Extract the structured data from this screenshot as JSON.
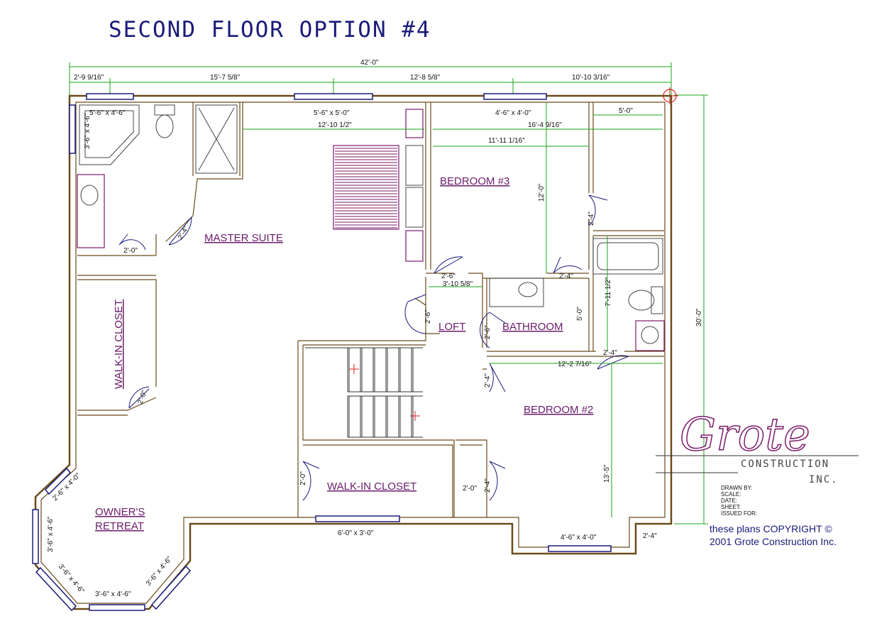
{
  "title": "SECOND FLOOR OPTION #4",
  "overall": {
    "width": "42'-0\"",
    "depth": "30'-0\""
  },
  "top_dims": [
    "2'-9 9/16\"",
    "15'-7 5/8\"",
    "12'-8 5/8\"",
    "10'-10 3/16\""
  ],
  "rooms": {
    "master_suite": "MASTER SUITE",
    "bedroom3": "BEDROOM #3",
    "bedroom2": "BEDROOM #2",
    "loft": "LOFT",
    "bathroom": "BATHROOM",
    "walkin_closet_left": "WALK-IN CLOSET",
    "walkin_closet_bottom": "WALK-IN CLOSET",
    "owners_retreat_1": "OWNER'S",
    "owners_retreat_2": "RETREAT"
  },
  "dims": {
    "tub": "5'-6\" x 4'-6\"",
    "tub_side": "3'-6\" x 4'-6\"",
    "master_window": "5'-6\" x 5'-0\"",
    "master_w": "12'-10 1/2\"",
    "b3_window": "4'-6\" x 4'-0\"",
    "b3_wide": "16'-4 9/16\"",
    "b3_w": "11'-11 1/16\"",
    "closet_r": "5'-0\"",
    "b3_depth": "12'-0\"",
    "door_24a": "2'-4\"",
    "door_20a": "2'-0\"",
    "door_24b": "2'-4\"",
    "door_26a": "2'-6\"",
    "hall_w": "3'-10 5/8\"",
    "door_24c": "2'-4\"",
    "door_26b": "2'-6\"",
    "door_26c": "2'-6\"",
    "bath_depth": "5'-0\"",
    "bath_h": "7'-11 1/2\"",
    "door_24d": "2'-4\"",
    "b2_w": "12'-2 7/16\"",
    "door_24e": "2'-4\"",
    "door_20b": "2'-0\"",
    "b2_depth": "13'-5\"",
    "door_20c": "2'-0\"",
    "door_20d": "2'-0\"",
    "door_24f": "2'-4\"",
    "window_bottom": "6'-0\" x 3'-0\"",
    "b2_window": "4'-6\" x 4'-0\"",
    "door_24g": "2'-4\"",
    "bay1": "2'-6\" x 4'-0\"",
    "bay2": "3'-6\" x 4'-6\"",
    "bay3": "3'-6\" x 4'-6\"",
    "bay4": "3'-6\" x 4'-6\"",
    "bay5": "3'-6\" x 4'-6\""
  },
  "logo": {
    "name": "Grote",
    "line1": "CONSTRUCTION",
    "line2": "INC."
  },
  "title_block": [
    "DRAWN BY:",
    "SCALE:",
    "DATE:",
    "SHEET:",
    "ISSUED FOR:"
  ],
  "copyright": [
    "these plans COPYRIGHT ©",
    "2001 Grote Construction Inc."
  ],
  "colors": {
    "wall": "#6b4a1a",
    "dimension": "#1aa51a",
    "label": "#6a1b6a",
    "title": "#1b1b7a"
  }
}
